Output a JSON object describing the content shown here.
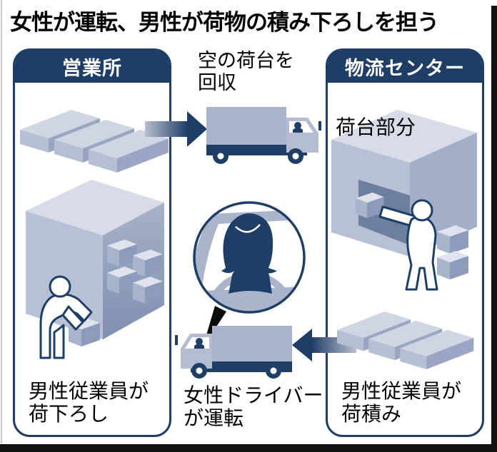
{
  "title": "女性が運転、男性が荷物の積み下ろしを担う",
  "panels": {
    "office": {
      "header": "営業所",
      "caption": "男性従業員が\n荷下ろし"
    },
    "center": {
      "header": "物流センター",
      "inner_label": "荷台部分",
      "caption": "男性従業員が\n荷積み"
    }
  },
  "flow": {
    "collect_label": "空の荷台を\n回収",
    "driver_caption": "女性ドライバー\nが運転"
  },
  "icons": {
    "empty_truck": "truck-right-icon",
    "loaded_truck": "truck-left-icon",
    "driver_closeup": "female-driver-circle-icon",
    "pallet_stack": "cargo-slabs-icon",
    "unloading_worker": "worker-unloading-icon",
    "loading_worker": "worker-loading-icon",
    "flow_right": "arrow-right-icon",
    "flow_left": "arrow-left-icon"
  },
  "colors": {
    "navy": "#1f3e66",
    "box_light": "#d8dce8",
    "box_mid": "#a9b3cc",
    "box_deep": "#8d9bba",
    "steel": "#b3bcd1",
    "frame_bar": "#111111"
  }
}
